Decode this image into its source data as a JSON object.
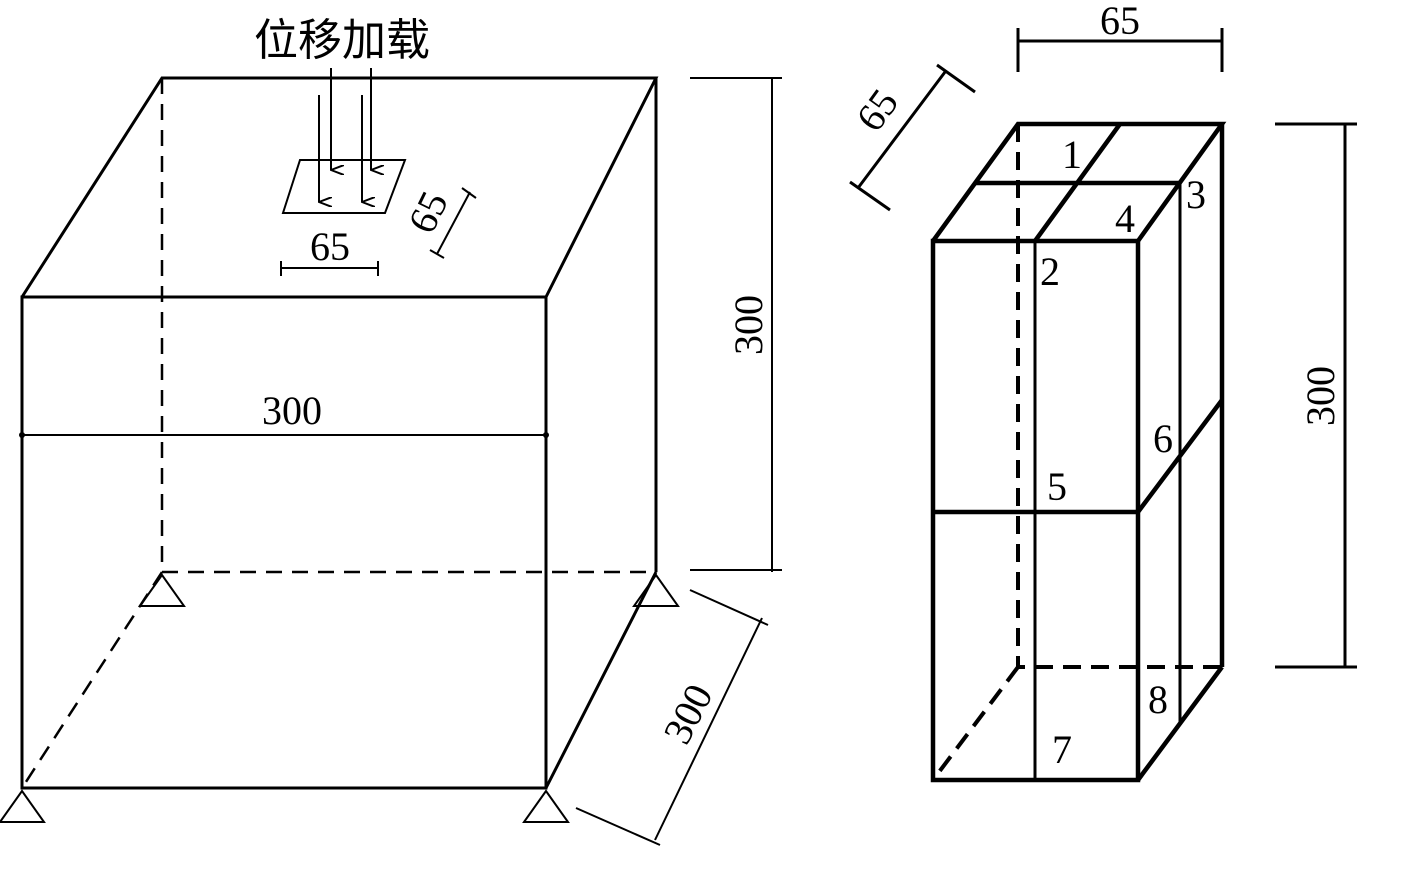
{
  "left_model": {
    "load_label": "位移加载",
    "width_dim": "300",
    "height_dim": "300",
    "depth_dim": "300",
    "plate_width_dim": "65",
    "plate_depth_dim": "65"
  },
  "right_model": {
    "width_dim": "65",
    "depth_dim": "65",
    "height_dim": "300",
    "points": [
      "1",
      "2",
      "3",
      "4",
      "5",
      "6",
      "7",
      "8"
    ]
  }
}
